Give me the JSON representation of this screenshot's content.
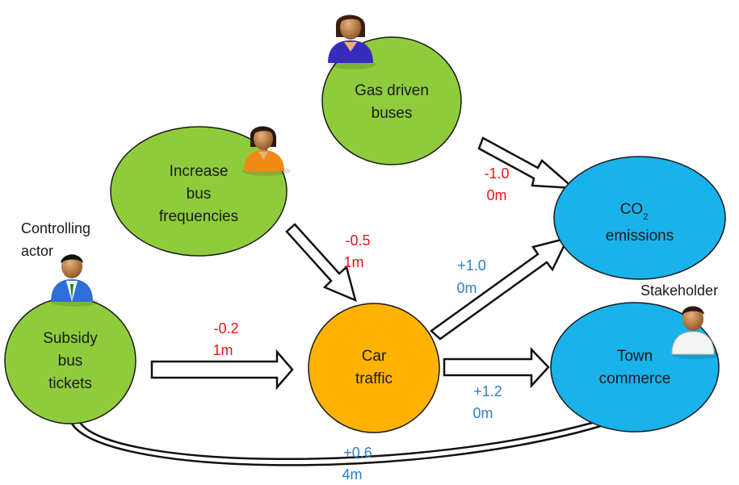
{
  "colors": {
    "policy_node": "#8fcc3c",
    "intermediate_node": "#ffb300",
    "outcome_node": "#19b2ea",
    "node_stroke": "#1a1a1a",
    "negative_effect": "#e8141b",
    "positive_effect": "#2a7fc9"
  },
  "nodes": {
    "gas_buses": {
      "lines": [
        "Gas driven",
        "buses"
      ]
    },
    "bus_freq": {
      "lines": [
        "Increase",
        "bus",
        "frequencies"
      ]
    },
    "subsidy": {
      "lines": [
        "Subsidy",
        "bus",
        "tickets"
      ]
    },
    "car_traffic": {
      "lines": [
        "Car",
        "traffic"
      ]
    },
    "co2": {
      "main": "CO",
      "sub": "2",
      "line2": "emissions"
    },
    "town": {
      "lines": [
        "Town",
        "commerce"
      ]
    }
  },
  "roles": {
    "controlling_actor": [
      "Controlling",
      "actor"
    ],
    "stakeholder": "Stakeholder"
  },
  "edges": {
    "gas_to_co2": {
      "effect": "-1.0",
      "delay": "0m"
    },
    "freq_to_car": {
      "effect": "-0.5",
      "delay": "1m"
    },
    "subsidy_to_car": {
      "effect": "-0.2",
      "delay": "1m"
    },
    "car_to_co2": {
      "effect": "+1.0",
      "delay": "0m"
    },
    "car_to_town": {
      "effect": "+1.2",
      "delay": "0m"
    },
    "subsidy_to_town": {
      "effect": "+0.6",
      "delay": "4m"
    }
  },
  "icons": [
    "person-icon-purple",
    "person-icon-orange",
    "person-icon-blue-suit",
    "person-icon-white-shirt"
  ]
}
